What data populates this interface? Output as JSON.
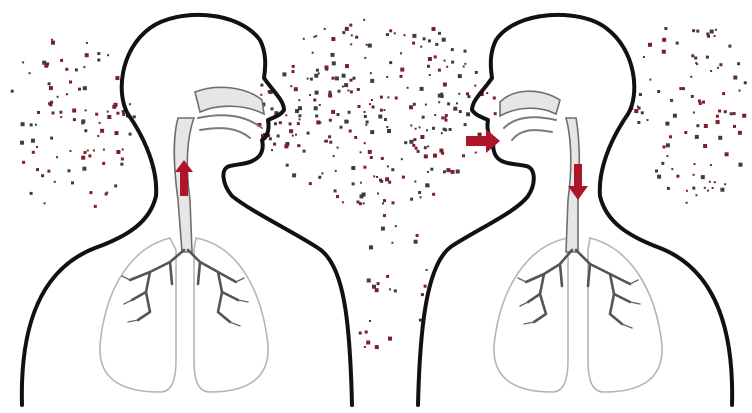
{
  "colors": {
    "particle_dark": "#3d3d3d",
    "particle_red": "#7a1f2b",
    "arrow_red": "#b0142a",
    "outline": "#111111"
  },
  "figures": [
    {
      "id": "source-person",
      "arrow_direction": "up"
    },
    {
      "id": "recipient-person",
      "arrow_direction": "down"
    }
  ],
  "transfer_arrow": {
    "direction": "right"
  }
}
